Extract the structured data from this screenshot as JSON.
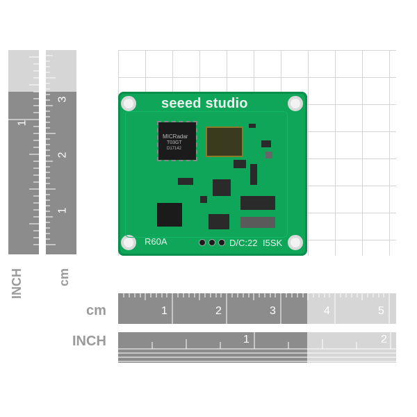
{
  "board": {
    "brand": "seeed studio",
    "model": "R60A",
    "date_code": "D/C:22",
    "serial": "I5SK",
    "chip_text": [
      "MICRadar",
      "T03GT",
      "D17142"
    ]
  },
  "vertical_ruler": {
    "inch_label": "INCH",
    "cm_label": "cm",
    "inch_ticks": [
      "1"
    ],
    "cm_ticks": [
      "3",
      "2",
      "1"
    ]
  },
  "horizontal_ruler": {
    "cm_label": "cm",
    "inch_label": "INCH",
    "cm_ticks": [
      "1",
      "2",
      "3",
      "4",
      "5"
    ],
    "inch_ticks": [
      "1",
      "2"
    ]
  },
  "colors": {
    "pcb": "#0fa65a",
    "ruler_dark": "#8c8c8c",
    "ruler_light": "#d6d6d6"
  }
}
